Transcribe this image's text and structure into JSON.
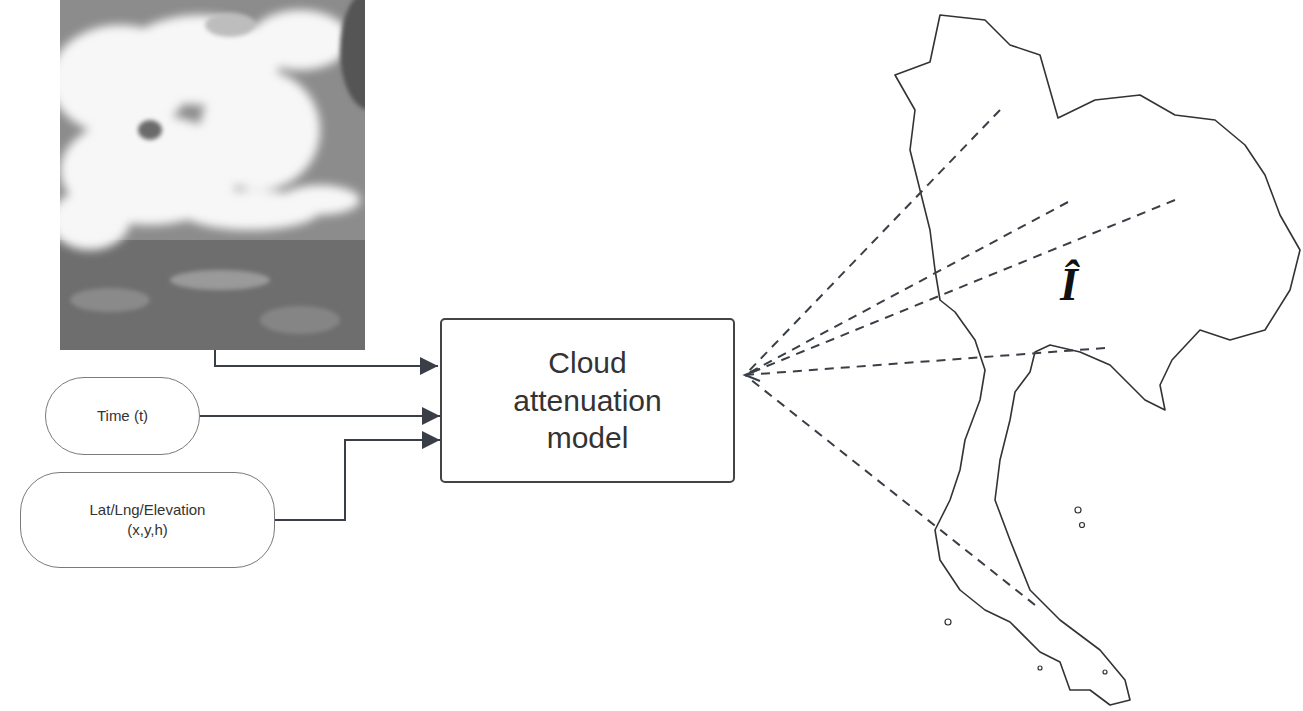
{
  "diagram": {
    "nodes": [
      {
        "text": [
          "Time (t)"
        ]
      },
      {
        "text": [
          "Lat/Lng/Elevation (x,y,h)"
        ]
      },
      {
        "text": [
          "Cloud attenuation model"
        ]
      }
    ],
    "edges": [
      {
        "from": 0,
        "to": 2,
        "arrow": "to"
      },
      {
        "from": 1,
        "to": 2,
        "arrow": "to"
      }
    ],
    "labels": [
      "Î"
    ]
  }
}
